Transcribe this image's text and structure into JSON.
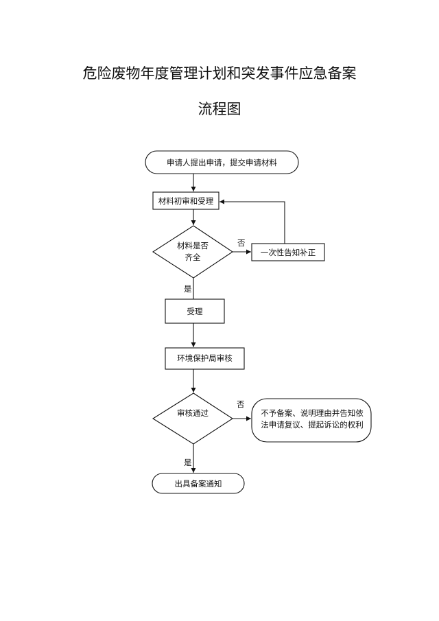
{
  "title": {
    "line1": "危险废物年度管理计划和突发事件应急备案",
    "line2": "流程图"
  },
  "nodes": {
    "start": "申请人提出申请，提交申请材料",
    "initial_review": "材料初审和受理",
    "check_complete_line1": "材料是否",
    "check_complete_line2": "齐全",
    "supplement": "一次性告知补正",
    "accept": "受理",
    "epb_review": "环境保护局审核",
    "review_pass": "审核通过",
    "reject_line1": "不予备案、说明理由并告知依",
    "reject_line2": "法申请复议、提起诉讼的权利",
    "end": "出具备案通知"
  },
  "edge_labels": {
    "no_1": "否",
    "yes_1": "是",
    "no_2": "否",
    "yes_2": "是"
  }
}
